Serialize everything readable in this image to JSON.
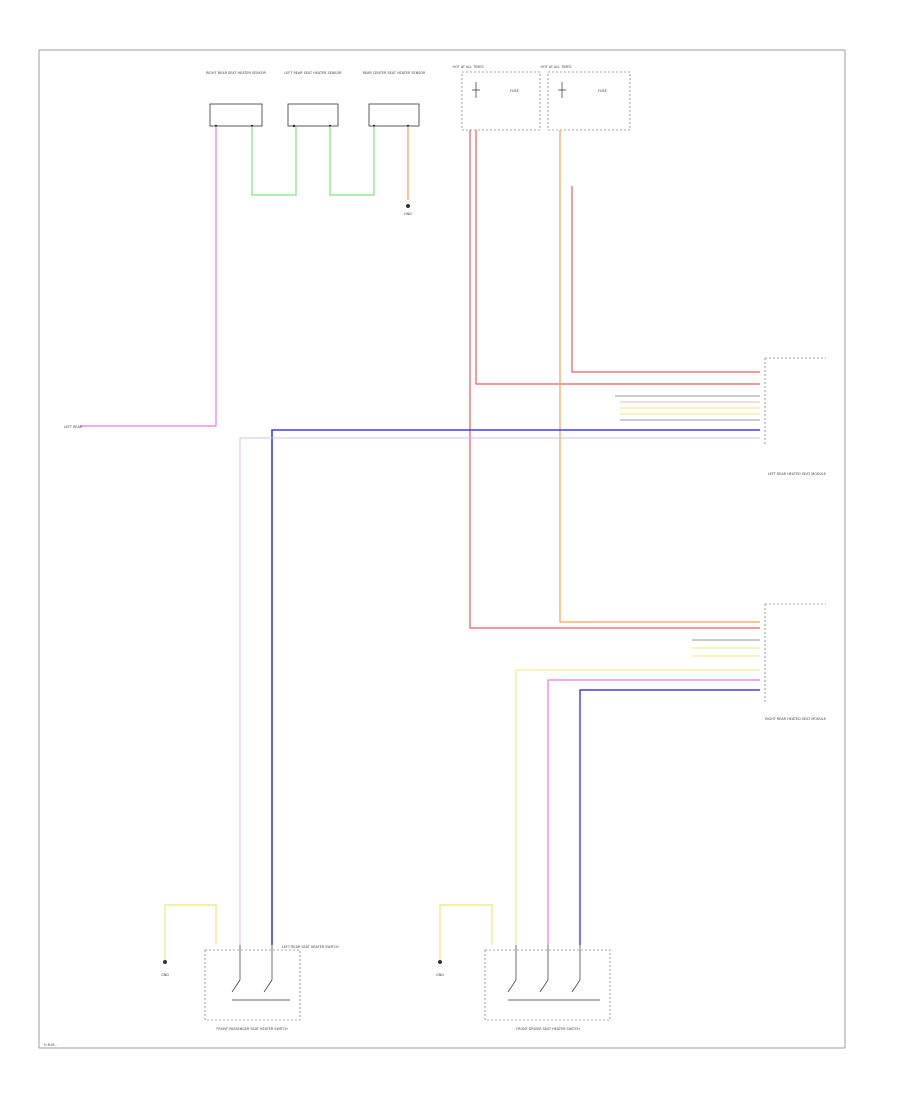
{
  "diagram": {
    "page_ref": "H-R-M...",
    "colors": {
      "pink": "#e879e8",
      "green": "#7ee37e",
      "red": "#f05a5a",
      "orange": "#f5a34a",
      "blue": "#3b3bf0",
      "violet": "#c08af0",
      "yellow": "#ece87a",
      "gray": "#9a9a9a",
      "wire_light": "#e6c0c0"
    },
    "labels": {
      "hot_at_all_times_left": "HOT AT ALL TIMES",
      "hot_at_all_times_right": "HOT AT ALL TIMES",
      "fuse_left": "FUSE",
      "fuse_right": "FUSE",
      "sensor_1": "RIGHT REAR SEAT HEATER SENSOR",
      "sensor_2": "LEFT REAR SEAT HEATER SENSOR",
      "sensor_3": "REAR CENTER SEAT HEATER SENSOR",
      "ground_top": "GND",
      "left_signal": "LEFT REAR",
      "module_upper": "LEFT REAR HEATED SEAT MODULE",
      "module_lower": "RIGHT REAR HEATED SEAT MODULE",
      "switch_left": "FRONT PASSENGER SEAT HEATER SWITCH",
      "switch_right": "FRONT DRIVER SEAT HEATER SWITCH",
      "ground_left": "GND",
      "ground_right": "GND",
      "note_left": "LEFT REAR SEAT HEATER SWITCH"
    }
  }
}
